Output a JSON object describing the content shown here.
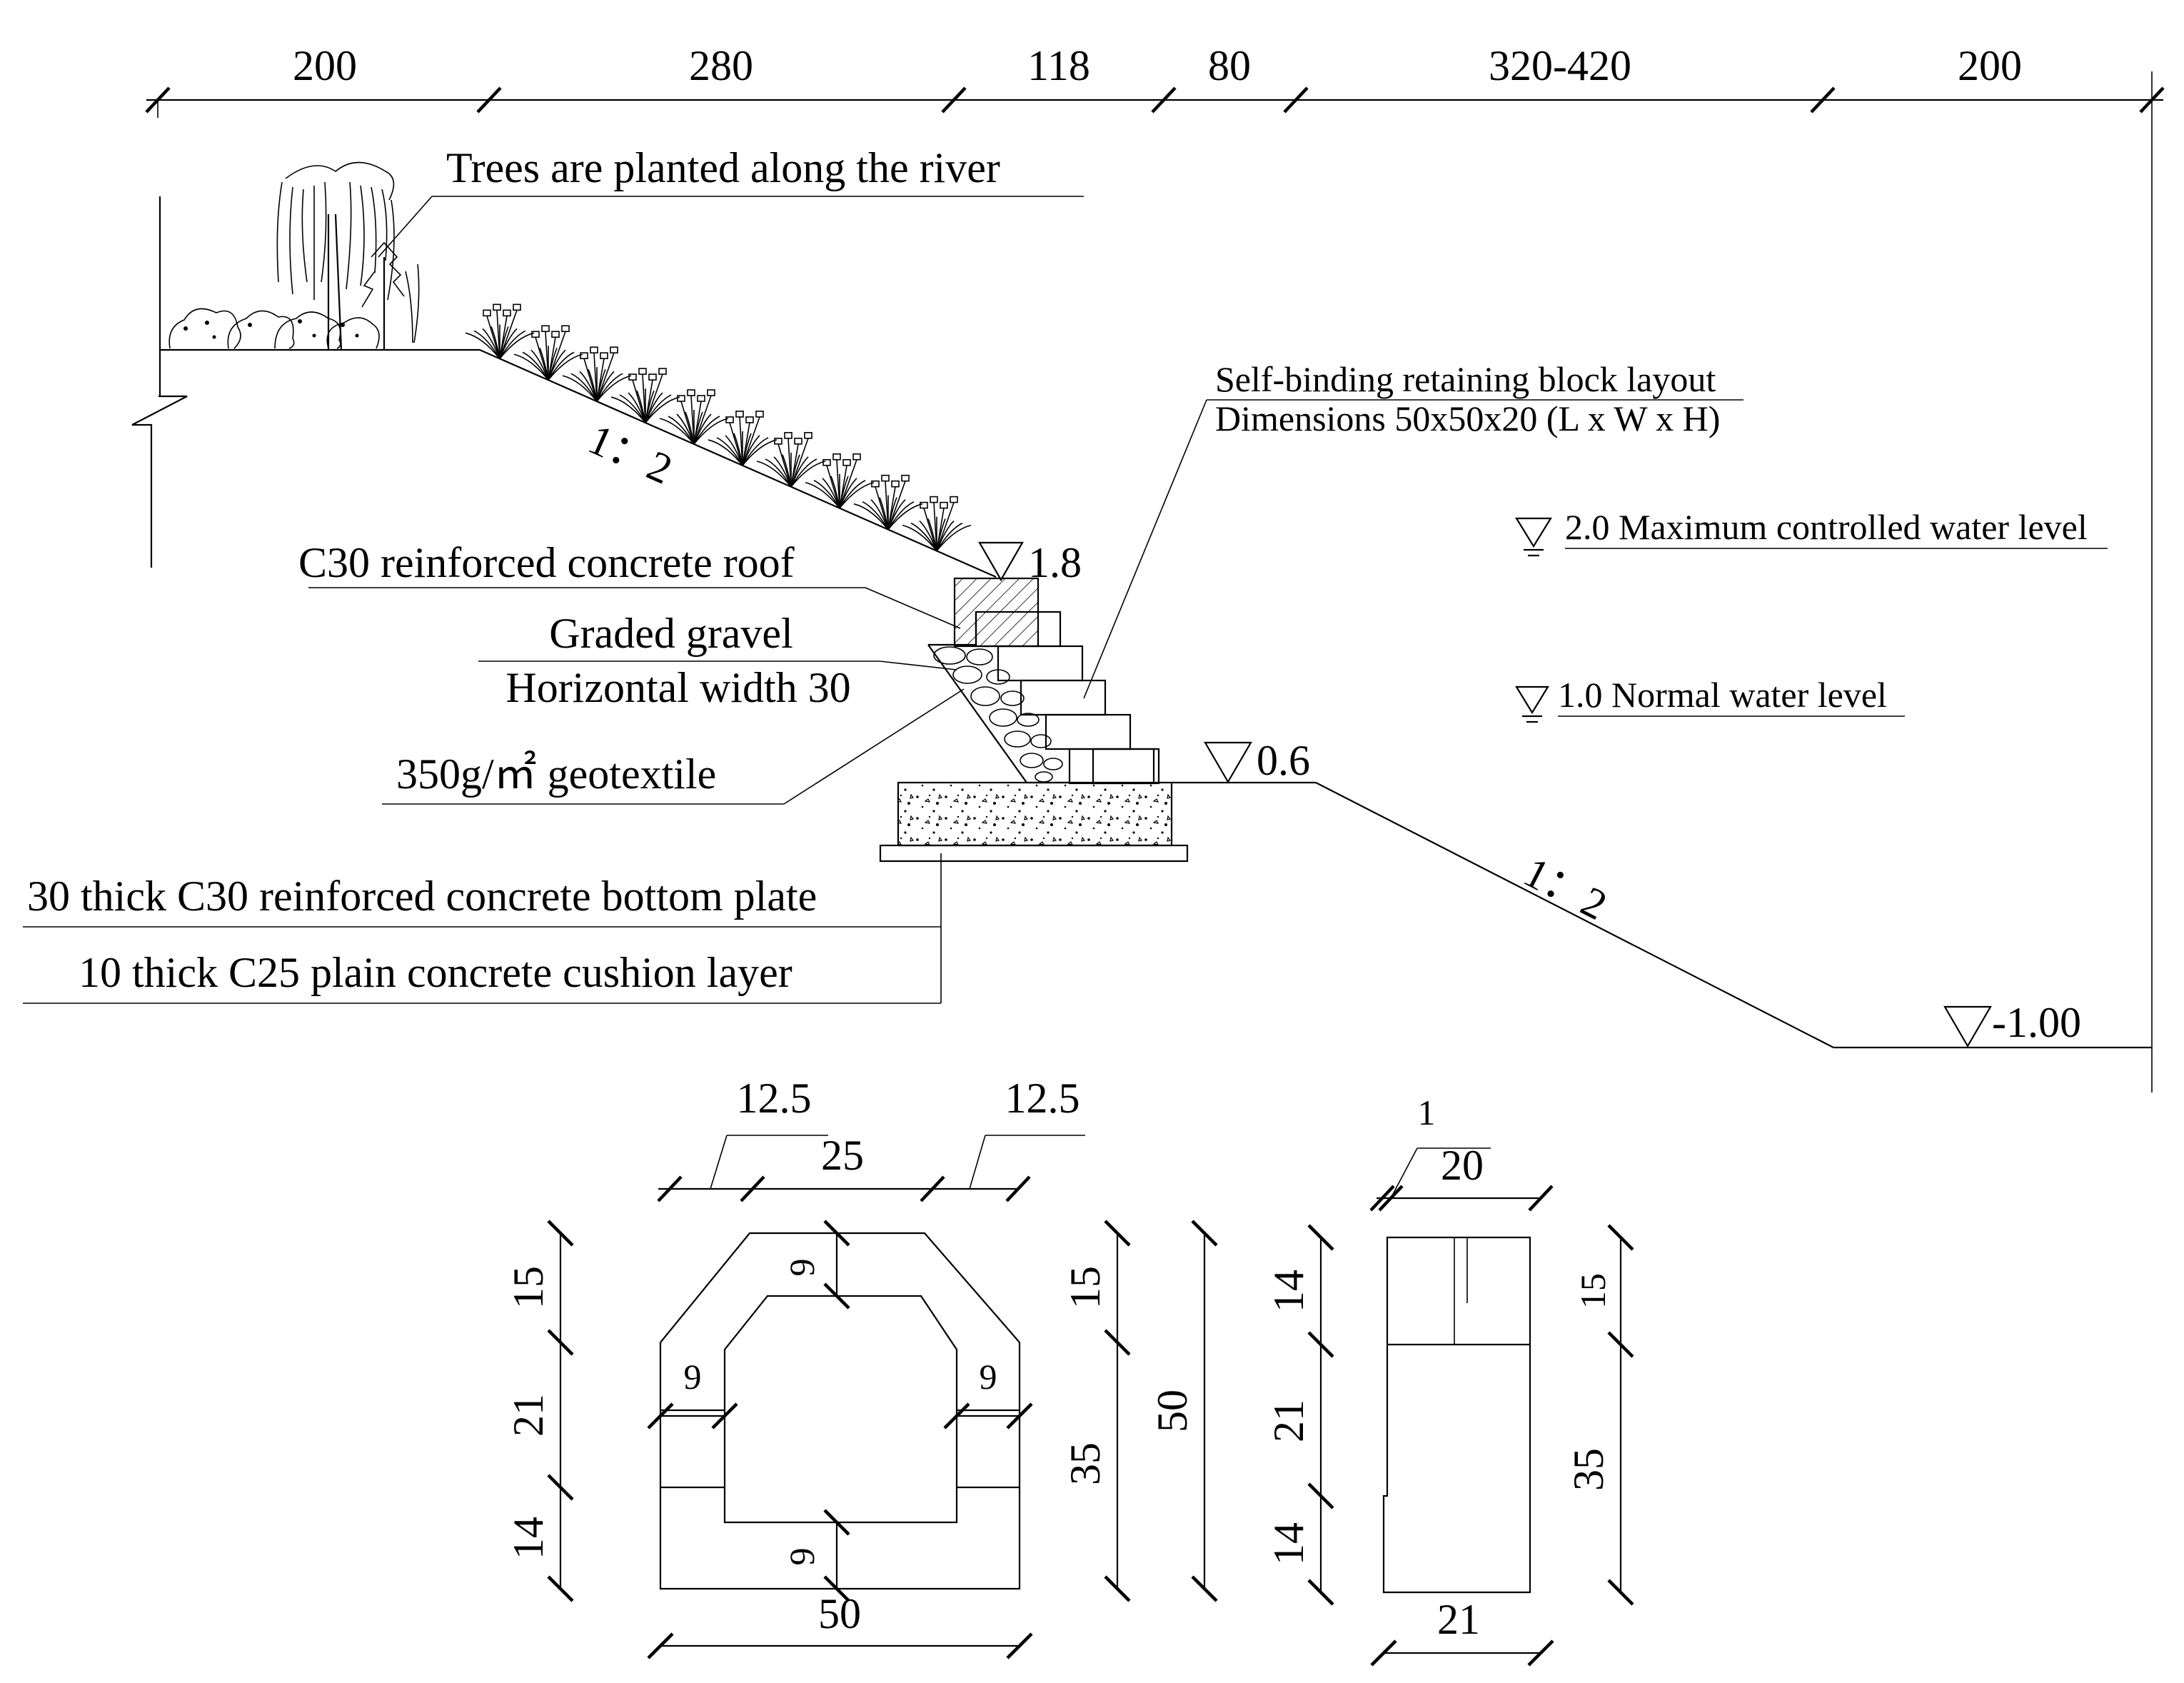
{
  "labels": {
    "trees": "Trees are planted along the river",
    "block_layout": "Self-binding retaining block layout",
    "block_dims": "Dimensions 50x50x20 (L x W x H)",
    "max_level": "2.0 Maximum controlled water level",
    "normal_level": "1.0 Normal water level",
    "roof": "C30 reinforced concrete roof",
    "gravel": "Graded gravel",
    "gravel_width": "Horizontal width 30",
    "geotextile": "350g/㎡ geotextile",
    "bottom_plate": "30 thick C30 reinforced concrete bottom plate",
    "cushion": "10 thick C25 plain concrete cushion layer",
    "slope_upper": "1：2",
    "slope_lower": "1：2",
    "elev_18": "1.8",
    "elev_06": "0.6",
    "elev_m1": "-1.00"
  },
  "top_dims": [
    "200",
    "280",
    "118",
    "80",
    "320-420",
    "200"
  ],
  "front_view": {
    "top_left": "12.5",
    "top_mid": "25",
    "top_right": "12.5",
    "left": [
      "15",
      "21",
      "14"
    ],
    "right_inner": [
      "15",
      "35"
    ],
    "right_total": "50",
    "wall_top": "9",
    "wall_left": "9",
    "wall_right": "9",
    "wall_bottom": "9",
    "bottom": "50"
  },
  "side_view": {
    "top_small": "1",
    "top": "20",
    "left": [
      "14",
      "21",
      "14"
    ],
    "right": [
      "15",
      "35"
    ],
    "bottom": "21"
  }
}
